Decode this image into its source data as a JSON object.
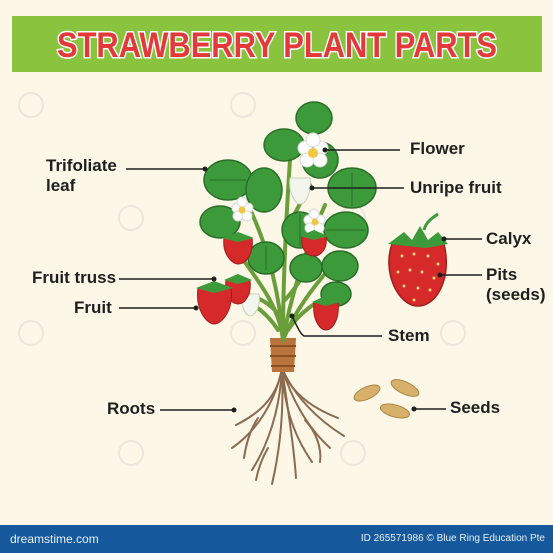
{
  "title": "STRAWBERRY PLANT PARTS",
  "labels": {
    "trifoliate_leaf": "Trifoliate\nleaf",
    "fruit_truss": "Fruit truss",
    "fruit": "Fruit",
    "roots": "Roots",
    "flower": "Flower",
    "unripe_fruit": "Unripe fruit",
    "calyx": "Calyx",
    "pits_seeds": "Pits\n(seeds)",
    "stem": "Stem",
    "seeds": "Seeds"
  },
  "footer": {
    "brand": "dreamstime.com",
    "id_text": "ID 265571986 © Blue Ring Education Pte"
  },
  "colors": {
    "banner": "#8ac43f",
    "title_fill": "#e23a3a",
    "title_outline": "#ffffff",
    "leaf": "#3c9a3a",
    "berry": "#d62a2a",
    "stem": "#6a9e3a",
    "root": "#8a6b4f",
    "seed": "#d7b16b",
    "footer": "#15599c"
  }
}
